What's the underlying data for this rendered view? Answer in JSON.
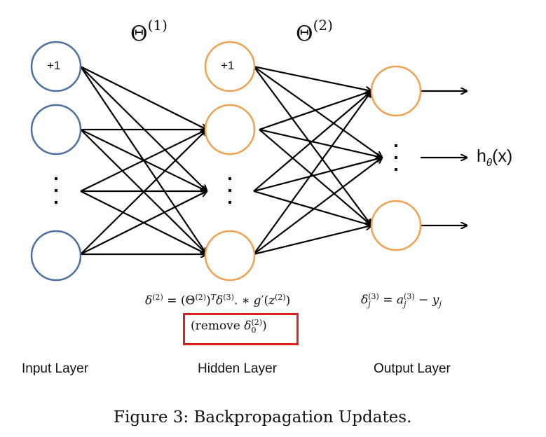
{
  "diagram": {
    "title": "Backpropagation Updates",
    "weights": {
      "theta1": {
        "symbol": "Θ",
        "superscript": "(1)"
      },
      "theta2": {
        "symbol": "Θ",
        "superscript": "(2)"
      }
    },
    "layers": [
      {
        "id": "input",
        "label": "Input Layer",
        "bias_label": "+1",
        "color": "#4a6fa0",
        "nodes": [
          "+1",
          "",
          "⋮",
          ""
        ]
      },
      {
        "id": "hidden",
        "label": "Hidden Layer",
        "bias_label": "+1",
        "color": "#f0a050",
        "nodes": [
          "+1",
          "",
          "⋮",
          ""
        ]
      },
      {
        "id": "output",
        "label": "Output Layer",
        "color": "#f0a050",
        "nodes": [
          "",
          "⋮",
          ""
        ]
      }
    ],
    "output_label": {
      "main": "h",
      "sub": "θ",
      "arg": "(x)"
    },
    "equations": {
      "hidden_delta": "δ(2) = (Θ(2))T δ(3) .* g′(z(2))",
      "hidden_delta_parts": {
        "lhs": "δ",
        "lhs_sup": "(2)",
        "eq": " = (Θ",
        "t_sup": "(2)",
        "t_close": ")",
        "T": "T",
        "d3": "δ",
        "d3_sup": "(3)",
        "op": ". ∗ ",
        "g": "g",
        "prime": "′",
        "z_open": "(",
        "z": "z",
        "z_sup": "(2)",
        "z_close": ")"
      },
      "output_delta": "δj(3) = aj(3) − yj",
      "output_delta_parts": {
        "lhs": "δ",
        "lhs_sub": "j",
        "lhs_sup": "(3)",
        "eq": " = ",
        "a": "a",
        "a_sub": "j",
        "a_sup": "(3)",
        "minus": " − ",
        "y": "y",
        "y_sub": "j"
      },
      "note": "(remove δ0(2))",
      "note_parts": {
        "open": "(remove ",
        "d": "δ",
        "d_sub": "0",
        "d_sup": "(2)",
        "close": ")"
      }
    },
    "highlight_color": "#e02020",
    "caption": "Figure 3: Backpropagation Updates."
  }
}
